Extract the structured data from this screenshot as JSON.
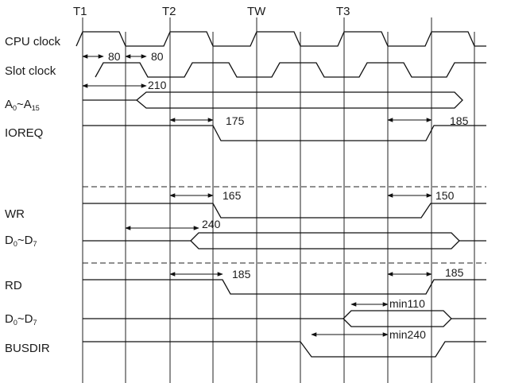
{
  "diagram": {
    "time_markers": [
      "T1",
      "T2",
      "TW",
      "T3"
    ],
    "signals": {
      "cpu_clock": "CPU clock",
      "slot_clock": "Slot clock",
      "address": {
        "prefix": "A",
        "start": "0",
        "sep": "~A",
        "end": "15"
      },
      "ioreq": "IOREQ",
      "wr": "WR",
      "data_write": {
        "prefix": "D",
        "start": "0",
        "sep": "~D",
        "end": "7"
      },
      "rd": "RD",
      "data_read": {
        "prefix": "D",
        "start": "0",
        "sep": "~D",
        "end": "7"
      },
      "busdir": "BUSDIR"
    },
    "timings": {
      "clock_low": "80",
      "clock_high": "80",
      "address_setup": "210",
      "ioreq_fall": "175",
      "ioreq_rise": "185",
      "wr_fall": "165",
      "wr_rise": "150",
      "data_setup": "240",
      "rd_fall": "185",
      "rd_rise": "185",
      "read_data": "min110",
      "busdir_delay": "min240"
    }
  }
}
